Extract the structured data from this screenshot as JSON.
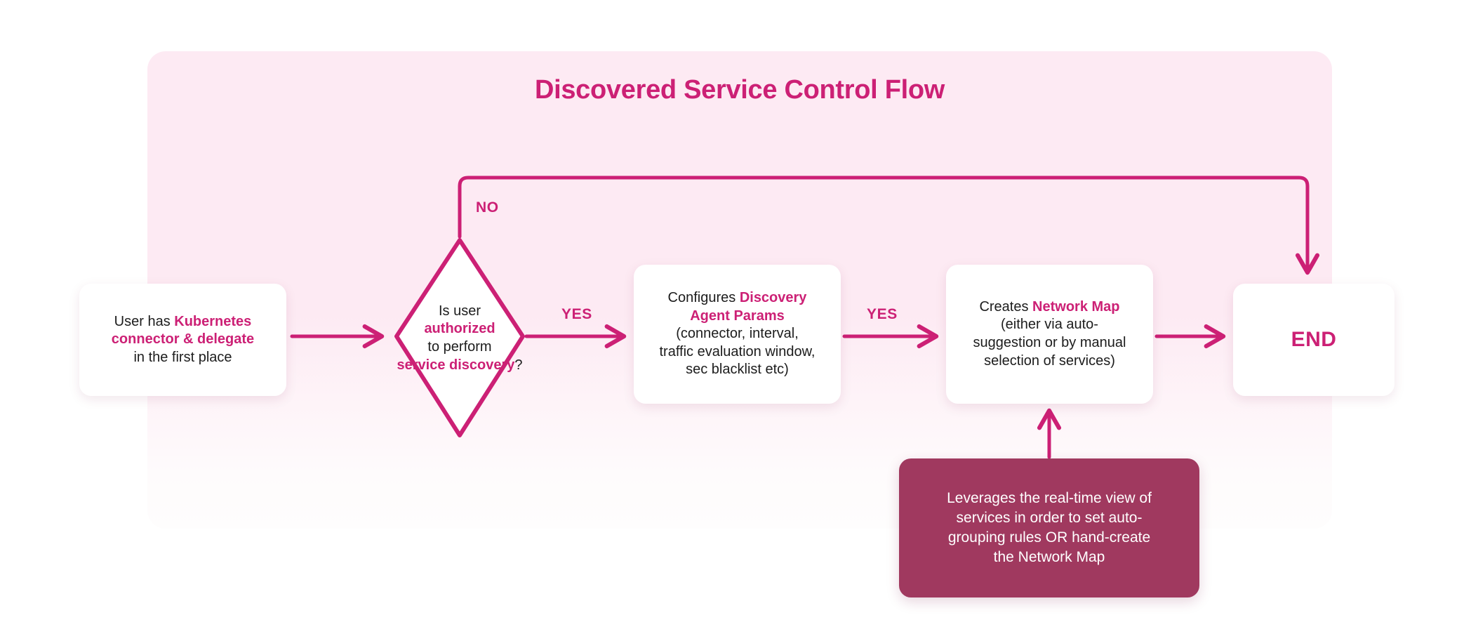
{
  "diagram": {
    "title": "Discovered Service Control Flow",
    "accent_color": "#cc2075",
    "panel_color": "#fdeaf3",
    "note_color": "#a0395f",
    "page_background": "#ffffff"
  },
  "nodes": {
    "start": {
      "name": "start-node",
      "shape": "rounded-rect",
      "lines": [
        {
          "plain_before": "User has ",
          "highlight": "Kubernetes",
          "plain_after": ""
        },
        {
          "plain_before": "",
          "highlight": "connector & delegate",
          "plain_after": ""
        },
        {
          "plain_before": "in the first place",
          "highlight": "",
          "plain_after": ""
        }
      ],
      "full_text": "User has Kubernetes connector & delegate in the first place"
    },
    "decision": {
      "name": "authorization-decision",
      "shape": "diamond",
      "lines": [
        {
          "plain_before": "Is user",
          "highlight": "",
          "plain_after": ""
        },
        {
          "plain_before": "",
          "highlight": "authorized",
          "plain_after": ""
        },
        {
          "plain_before": "to perform",
          "highlight": "",
          "plain_after": ""
        },
        {
          "plain_before": "",
          "highlight": "service discovery",
          "plain_after": "?"
        }
      ],
      "full_text": "Is user authorized to perform service discovery?"
    },
    "params": {
      "name": "discovery-agent-params-node",
      "shape": "rounded-rect",
      "lines": [
        {
          "plain_before": "Configures ",
          "highlight": "Discovery",
          "plain_after": ""
        },
        {
          "plain_before": "",
          "highlight": "Agent Params",
          "plain_after": ""
        },
        {
          "plain_before": "(connector, interval,",
          "highlight": "",
          "plain_after": ""
        },
        {
          "plain_before": "traffic evaluation window,",
          "highlight": "",
          "plain_after": ""
        },
        {
          "plain_before": "sec blacklist etc)",
          "highlight": "",
          "plain_after": ""
        }
      ],
      "full_text": "Configures Discovery Agent Params (connector, interval, traffic evaluation window, sec blacklist etc)"
    },
    "netmap": {
      "name": "create-network-map-node",
      "shape": "rounded-rect",
      "lines": [
        {
          "plain_before": "Creates ",
          "highlight": "Network Map",
          "plain_after": ""
        },
        {
          "plain_before": "(either via auto-",
          "highlight": "",
          "plain_after": ""
        },
        {
          "plain_before": "suggestion or by manual",
          "highlight": "",
          "plain_after": ""
        },
        {
          "plain_before": "selection of services)",
          "highlight": "",
          "plain_after": ""
        }
      ],
      "full_text": "Creates Network Map (either via auto-suggestion or by manual selection of services)"
    },
    "end": {
      "name": "end-node",
      "shape": "rounded-rect",
      "label": "END"
    },
    "note": {
      "name": "network-map-note",
      "shape": "rounded-rect",
      "lines": [
        "Leverages the real-time view of",
        "services in order to set auto-",
        "grouping rules OR hand-create",
        "the Network Map"
      ],
      "full_text": "Leverages the real-time view of services in order to set auto-grouping rules OR hand-create the Network Map"
    }
  },
  "edges": [
    {
      "name": "start-to-decision",
      "from": "start",
      "to": "decision",
      "label": ""
    },
    {
      "name": "decision-no-to-end",
      "from": "decision",
      "to": "end",
      "label": "NO"
    },
    {
      "name": "decision-yes-to-params",
      "from": "decision",
      "to": "params",
      "label": "YES"
    },
    {
      "name": "params-to-netmap",
      "from": "params",
      "to": "netmap",
      "label": "YES"
    },
    {
      "name": "netmap-to-end",
      "from": "netmap",
      "to": "end",
      "label": ""
    },
    {
      "name": "note-to-netmap",
      "from": "note",
      "to": "netmap",
      "label": ""
    }
  ],
  "edge_labels": {
    "no": "NO",
    "yes_1": "YES",
    "yes_2": "YES"
  }
}
